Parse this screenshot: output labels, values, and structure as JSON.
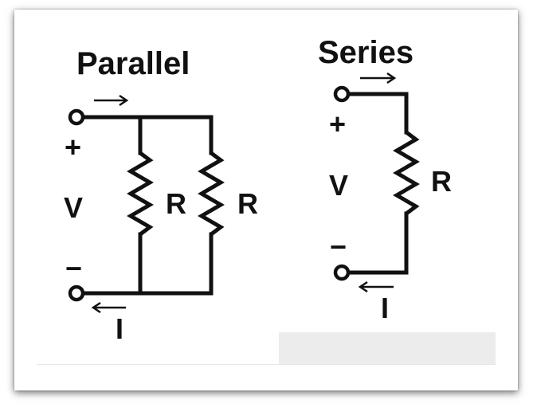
{
  "parallel": {
    "title": "Parallel",
    "plus": "+",
    "minus": "−",
    "voltage": "V",
    "resistor1": "R",
    "resistor2": "R",
    "current": "I"
  },
  "series": {
    "title": "Series",
    "plus": "+",
    "minus": "−",
    "voltage": "V",
    "resistor": "R",
    "current": "I"
  }
}
